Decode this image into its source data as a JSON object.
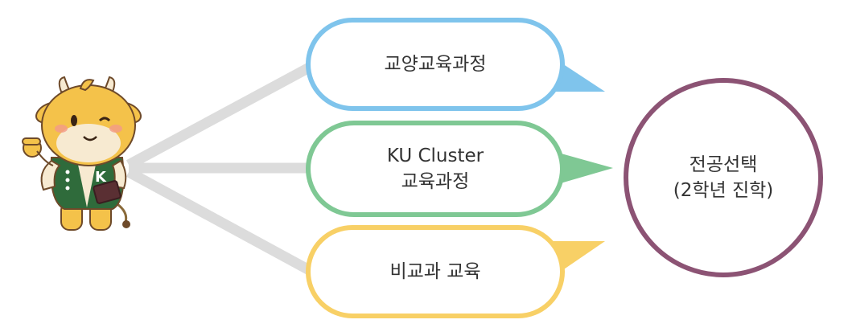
{
  "paths": [
    {
      "id": "general",
      "label": "교양교육과정",
      "color": "#7fc4ec"
    },
    {
      "id": "cluster",
      "label_lines": [
        "KU Cluster",
        "교육과정"
      ],
      "color": "#7fc894"
    },
    {
      "id": "compare",
      "label": "비교과 교육",
      "color": "#f8d066"
    }
  ],
  "destination": {
    "label_lines": [
      "전공선택",
      "(2학년 진학)"
    ],
    "color": "#8c5374"
  },
  "mascot": {
    "description_icon": "ku-cow-mascot-icon",
    "letter": "K",
    "jacket_color": "#2f6b3b",
    "body_color": "#f4c24a"
  },
  "connector_color": "#dcdcdc"
}
